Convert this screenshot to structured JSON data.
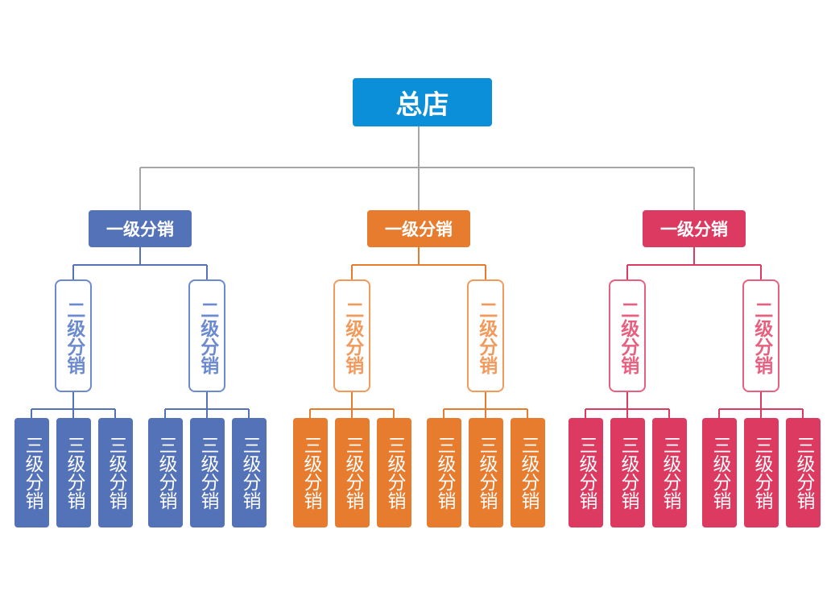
{
  "root": {
    "label": "总店",
    "color": "#0a8fd8"
  },
  "line_color": "#a6a6a6",
  "branches": [
    {
      "label": "一级分销",
      "color": "#5472b8",
      "l2_color": "#6b8ad0",
      "line": "#5472b8",
      "children": [
        {
          "label": "二级分销",
          "children": [
            "三级分销",
            "三级分销",
            "三级分销"
          ]
        },
        {
          "label": "二级分销",
          "children": [
            "三级分销",
            "三级分销",
            "三级分销"
          ]
        }
      ]
    },
    {
      "label": "一级分销",
      "color": "#e77b2e",
      "l2_color": "#f29a5c",
      "line": "#e77b2e",
      "children": [
        {
          "label": "二级分销",
          "children": [
            "三级分销",
            "三级分销",
            "三级分销"
          ]
        },
        {
          "label": "二级分销",
          "children": [
            "三级分销",
            "三级分销",
            "三级分销"
          ]
        }
      ]
    },
    {
      "label": "一级分销",
      "color": "#dd3a61",
      "l2_color": "#e8607f",
      "line": "#dd3a61",
      "children": [
        {
          "label": "二级分销",
          "children": [
            "三级分销",
            "三级分销",
            "三级分销"
          ]
        },
        {
          "label": "二级分销",
          "children": [
            "三级分销",
            "三级分销",
            "三级分销"
          ]
        }
      ]
    }
  ]
}
